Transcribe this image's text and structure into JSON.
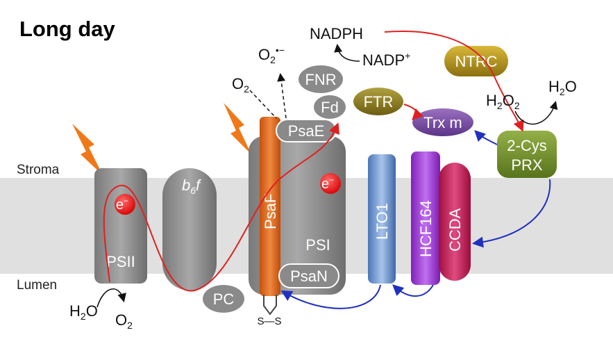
{
  "title": "Long day",
  "zones": {
    "stroma": "Stroma",
    "lumen": "Lumen"
  },
  "complexes": {
    "psii": "PSII",
    "b6f_main": "b",
    "b6f_sub": "6",
    "b6f_end": "f",
    "psaf": "PsaF",
    "psi": "PSI",
    "psae": "PsaE",
    "psan": "PsaN",
    "pc": "PC",
    "fnr": "FNR",
    "fd": "Fd",
    "ftr": "FTR",
    "trx": "Trx m",
    "ntrc": "NTRC",
    "prx_line1": "2-Cys",
    "prx_line2": "PRX",
    "lto1": "LTO1",
    "hcf164": "HCF164",
    "ccda": "CCDA"
  },
  "metabolites": {
    "nadph": "NADPH",
    "nadp": "NADP",
    "nadp_sup": "+",
    "o2_main": "O",
    "o2_sub": "2",
    "superoxide_main": "O",
    "superoxide_sub": "2",
    "superoxide_sup": "•−",
    "h2o2_a": "H",
    "h2o2_sub1": "2",
    "h2o2_b": "O",
    "h2o2_sub2": "2",
    "h2o_a": "H",
    "h2o_sub": "2",
    "h2o_b": "O",
    "water_a": "H",
    "water_sub": "2",
    "water_b": "O",
    "oxygen_main": "O",
    "oxygen_sub": "2",
    "disulfide": "S—S"
  },
  "electrons": {
    "e1": "e",
    "e2": "e",
    "sup": "−"
  },
  "colors": {
    "membrane": "#e0e0e0",
    "grey_complex": "#8a8a8a",
    "psaf": "#e2681c",
    "ntrc": "#b09018",
    "ftr": "#8a7a1c",
    "trx": "#7a4ca0",
    "prx": "#6e8c2a",
    "lto1": "#6f96cc",
    "hcf164": "#a040d0",
    "ccda": "#c4185a",
    "electron": "#ee1111",
    "red_arrow": "#e02020",
    "blue_arrow": "#2030c0",
    "lightning": "#f07818"
  }
}
